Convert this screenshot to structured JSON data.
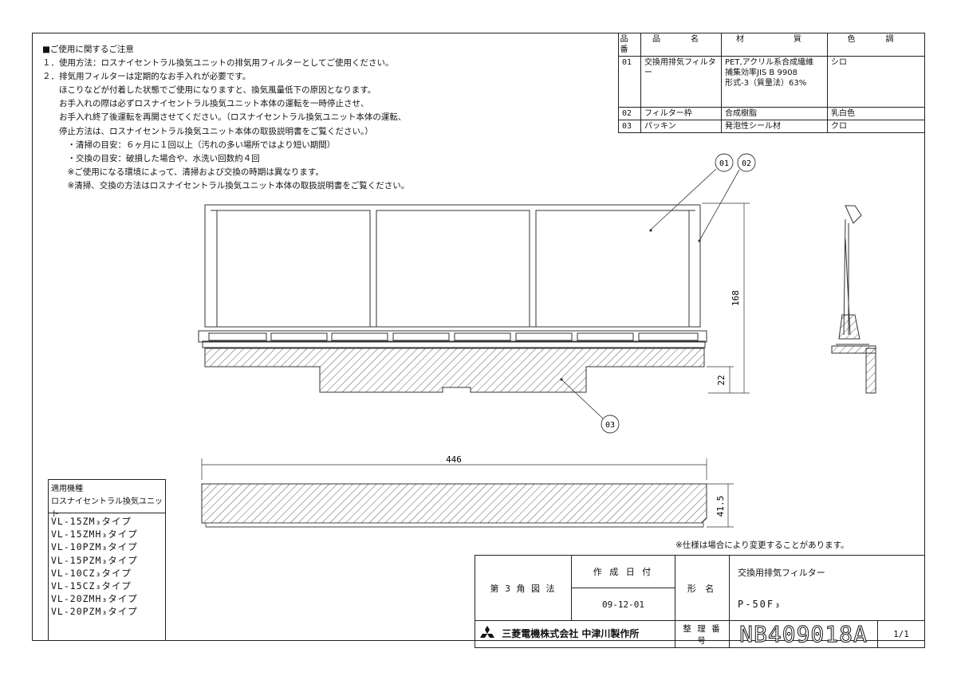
{
  "notes": {
    "title": "■ご使用に関するご注意",
    "lines": [
      "１．使用方法：ロスナイセントラル換気ユニットの排気用フィルターとしてご使用ください。",
      "２．排気用フィルターは定期的なお手入れが必要です。",
      "　　ほこりなどが付着した状態でご使用になりますと、換気風量低下の原因となります。",
      "　　お手入れの際は必ずロスナイセントラル換気ユニット本体の運転を一時停止させ、",
      "　　お手入れ終了後運転を再開させてください。（ロスナイセントラル換気ユニット本体の運転、",
      "　　停止方法は、ロスナイセントラル換気ユニット本体の取扱説明書をご覧ください。）",
      "　　　・清掃の目安：６ヶ月に１回以上（汚れの多い場所ではより短い期間）",
      "　　　・交換の目安：破損した場合や、水洗い回数約４回",
      "　　　※ご使用になる環境によって、清掃および交換の時期は異なります。",
      "　　　※清掃、交換の方法はロスナイセントラル換気ユニット本体の取扱説明書をご覧ください。"
    ]
  },
  "materials": {
    "headers": [
      "品番",
      "品　名",
      "材　　質",
      "色　調"
    ],
    "rows": [
      {
        "no": "01",
        "name": "交換用排気フィルター",
        "material": [
          "PET,アクリル系合成繊維",
          "捕集効率JIS B 9908",
          "形式-3（質量法）63%"
        ],
        "color": "シロ"
      },
      {
        "no": "02",
        "name": "フィルター枠",
        "material": [
          "合成樹脂"
        ],
        "color": "乳白色"
      },
      {
        "no": "03",
        "name": "パッキン",
        "material": [
          "発泡性シール材"
        ],
        "color": "クロ"
      }
    ]
  },
  "callouts": {
    "c01": "01",
    "c02": "02",
    "c03": "03"
  },
  "dimensions": {
    "height": "168",
    "packing": "22",
    "width": "446",
    "depth": "41.5"
  },
  "models": {
    "heading1": "適用機種",
    "heading2": "ロスナイセントラル換気ユニット",
    "list": [
      "VL-15ZM₃タイプ",
      "VL-15ZMH₃タイプ",
      "VL-10PZM₃タイプ",
      "VL-15PZM₃タイプ",
      "VL-10CZ₃タイプ",
      "VL-15CZ₃タイプ",
      "VL-20ZMH₃タイプ",
      "VL-20PZM₃タイプ"
    ]
  },
  "spec_note": "※仕様は場合により変更することがあります。",
  "title_block": {
    "projection": "第 3 角 図 法",
    "date_label": "作 成 日 付",
    "date": "09-12-01",
    "form_label": "形 名",
    "product_name": "交換用排気フィルター",
    "model": "P-50F₃",
    "company": "三菱電機株式会社 中津川製作所",
    "mgmt_label": "整 理 番 号",
    "drawing_no": "NB409018A",
    "sheet": "1/1"
  }
}
